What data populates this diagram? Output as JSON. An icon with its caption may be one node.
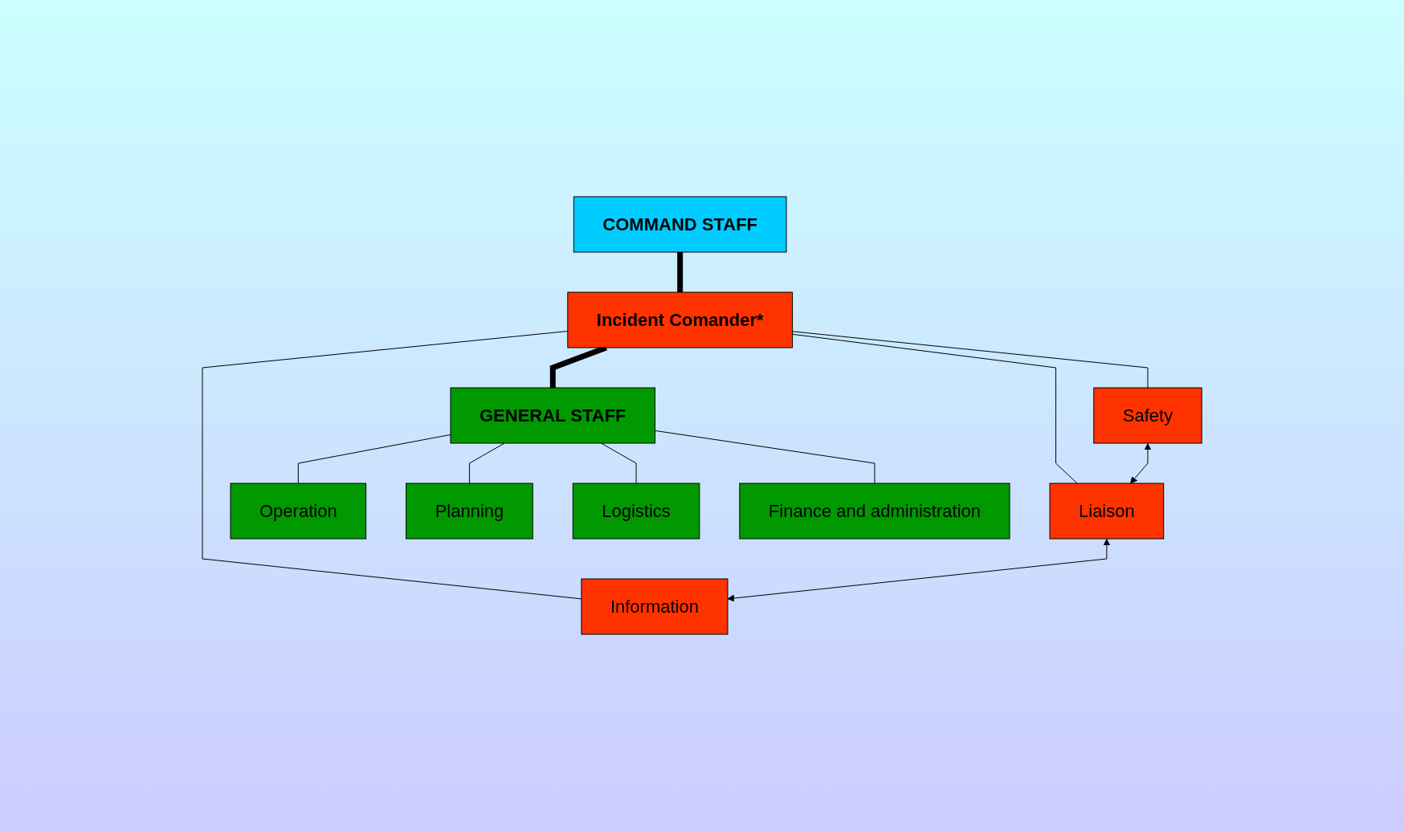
{
  "diagram": {
    "nodes": [
      {
        "text": [
          "COMMAND STAFF"
        ]
      },
      {
        "text": [
          "Incident Comander*"
        ]
      },
      {
        "text": [
          "Safety"
        ]
      },
      {
        "text": [
          "Liaison"
        ]
      },
      {
        "text": [
          "Information"
        ]
      },
      {
        "text": [
          "GENERAL STAFF"
        ]
      },
      {
        "text": [
          "Operation"
        ]
      },
      {
        "text": [
          "Planning"
        ]
      },
      {
        "text": [
          "Logistics"
        ]
      },
      {
        "text": [
          "Finance and administration"
        ]
      }
    ],
    "edges": [
      {
        "from": 0,
        "to": 1,
        "arrow": "none",
        "style": "thick"
      },
      {
        "from": 1,
        "to": 2,
        "arrow": "none"
      },
      {
        "from": 1,
        "to": 3,
        "arrow": "none"
      },
      {
        "from": 1,
        "to": 4,
        "arrow": "none"
      },
      {
        "from": 2,
        "to": 3,
        "arrow": "both"
      },
      {
        "from": 3,
        "to": 4,
        "arrow": "both"
      },
      {
        "from": 1,
        "to": 5,
        "arrow": "none",
        "style": "thick"
      },
      {
        "from": 5,
        "to": 6,
        "arrow": "none"
      },
      {
        "from": 5,
        "to": 7,
        "arrow": "none"
      },
      {
        "from": 5,
        "to": 8,
        "arrow": "none"
      },
      {
        "from": 5,
        "to": 9,
        "arrow": "none"
      }
    ]
  }
}
